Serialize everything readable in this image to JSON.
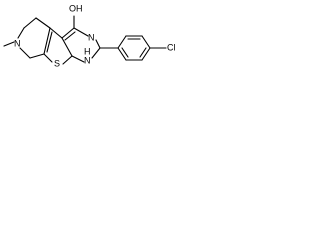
{
  "molecule": {
    "labels": {
      "hydroxyl": "OH",
      "ring_nitrogen": "N",
      "methyl_nitrogen": "N",
      "sulfur": "S",
      "amine": "N",
      "amine_hydrogen": "H",
      "chlorine": "Cl"
    },
    "colors": {
      "bond": "#000000",
      "text": "#000000",
      "background": "#ffffff"
    }
  }
}
